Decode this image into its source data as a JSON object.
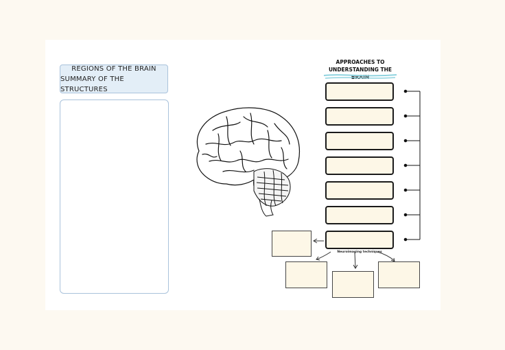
{
  "regions": {
    "title_line1": "REGIONS OF THE BRAIN",
    "title_line2": "SUMMARY OF THE STRUCTURES"
  },
  "approaches": {
    "title_line1": "APPROACHES TO",
    "title_line2": "UNDERSTANDING THE BRAIN",
    "box_count": 7
  },
  "neuroimaging": {
    "label": "Neuroimaging techniques"
  },
  "colors": {
    "page_bg": "#fdf9f1",
    "box_fill": "#fdf7e7",
    "title_fill": "#e3eef7",
    "accent_wave": "#8fd3df"
  },
  "icons": {
    "brain": "brain-illustration"
  }
}
